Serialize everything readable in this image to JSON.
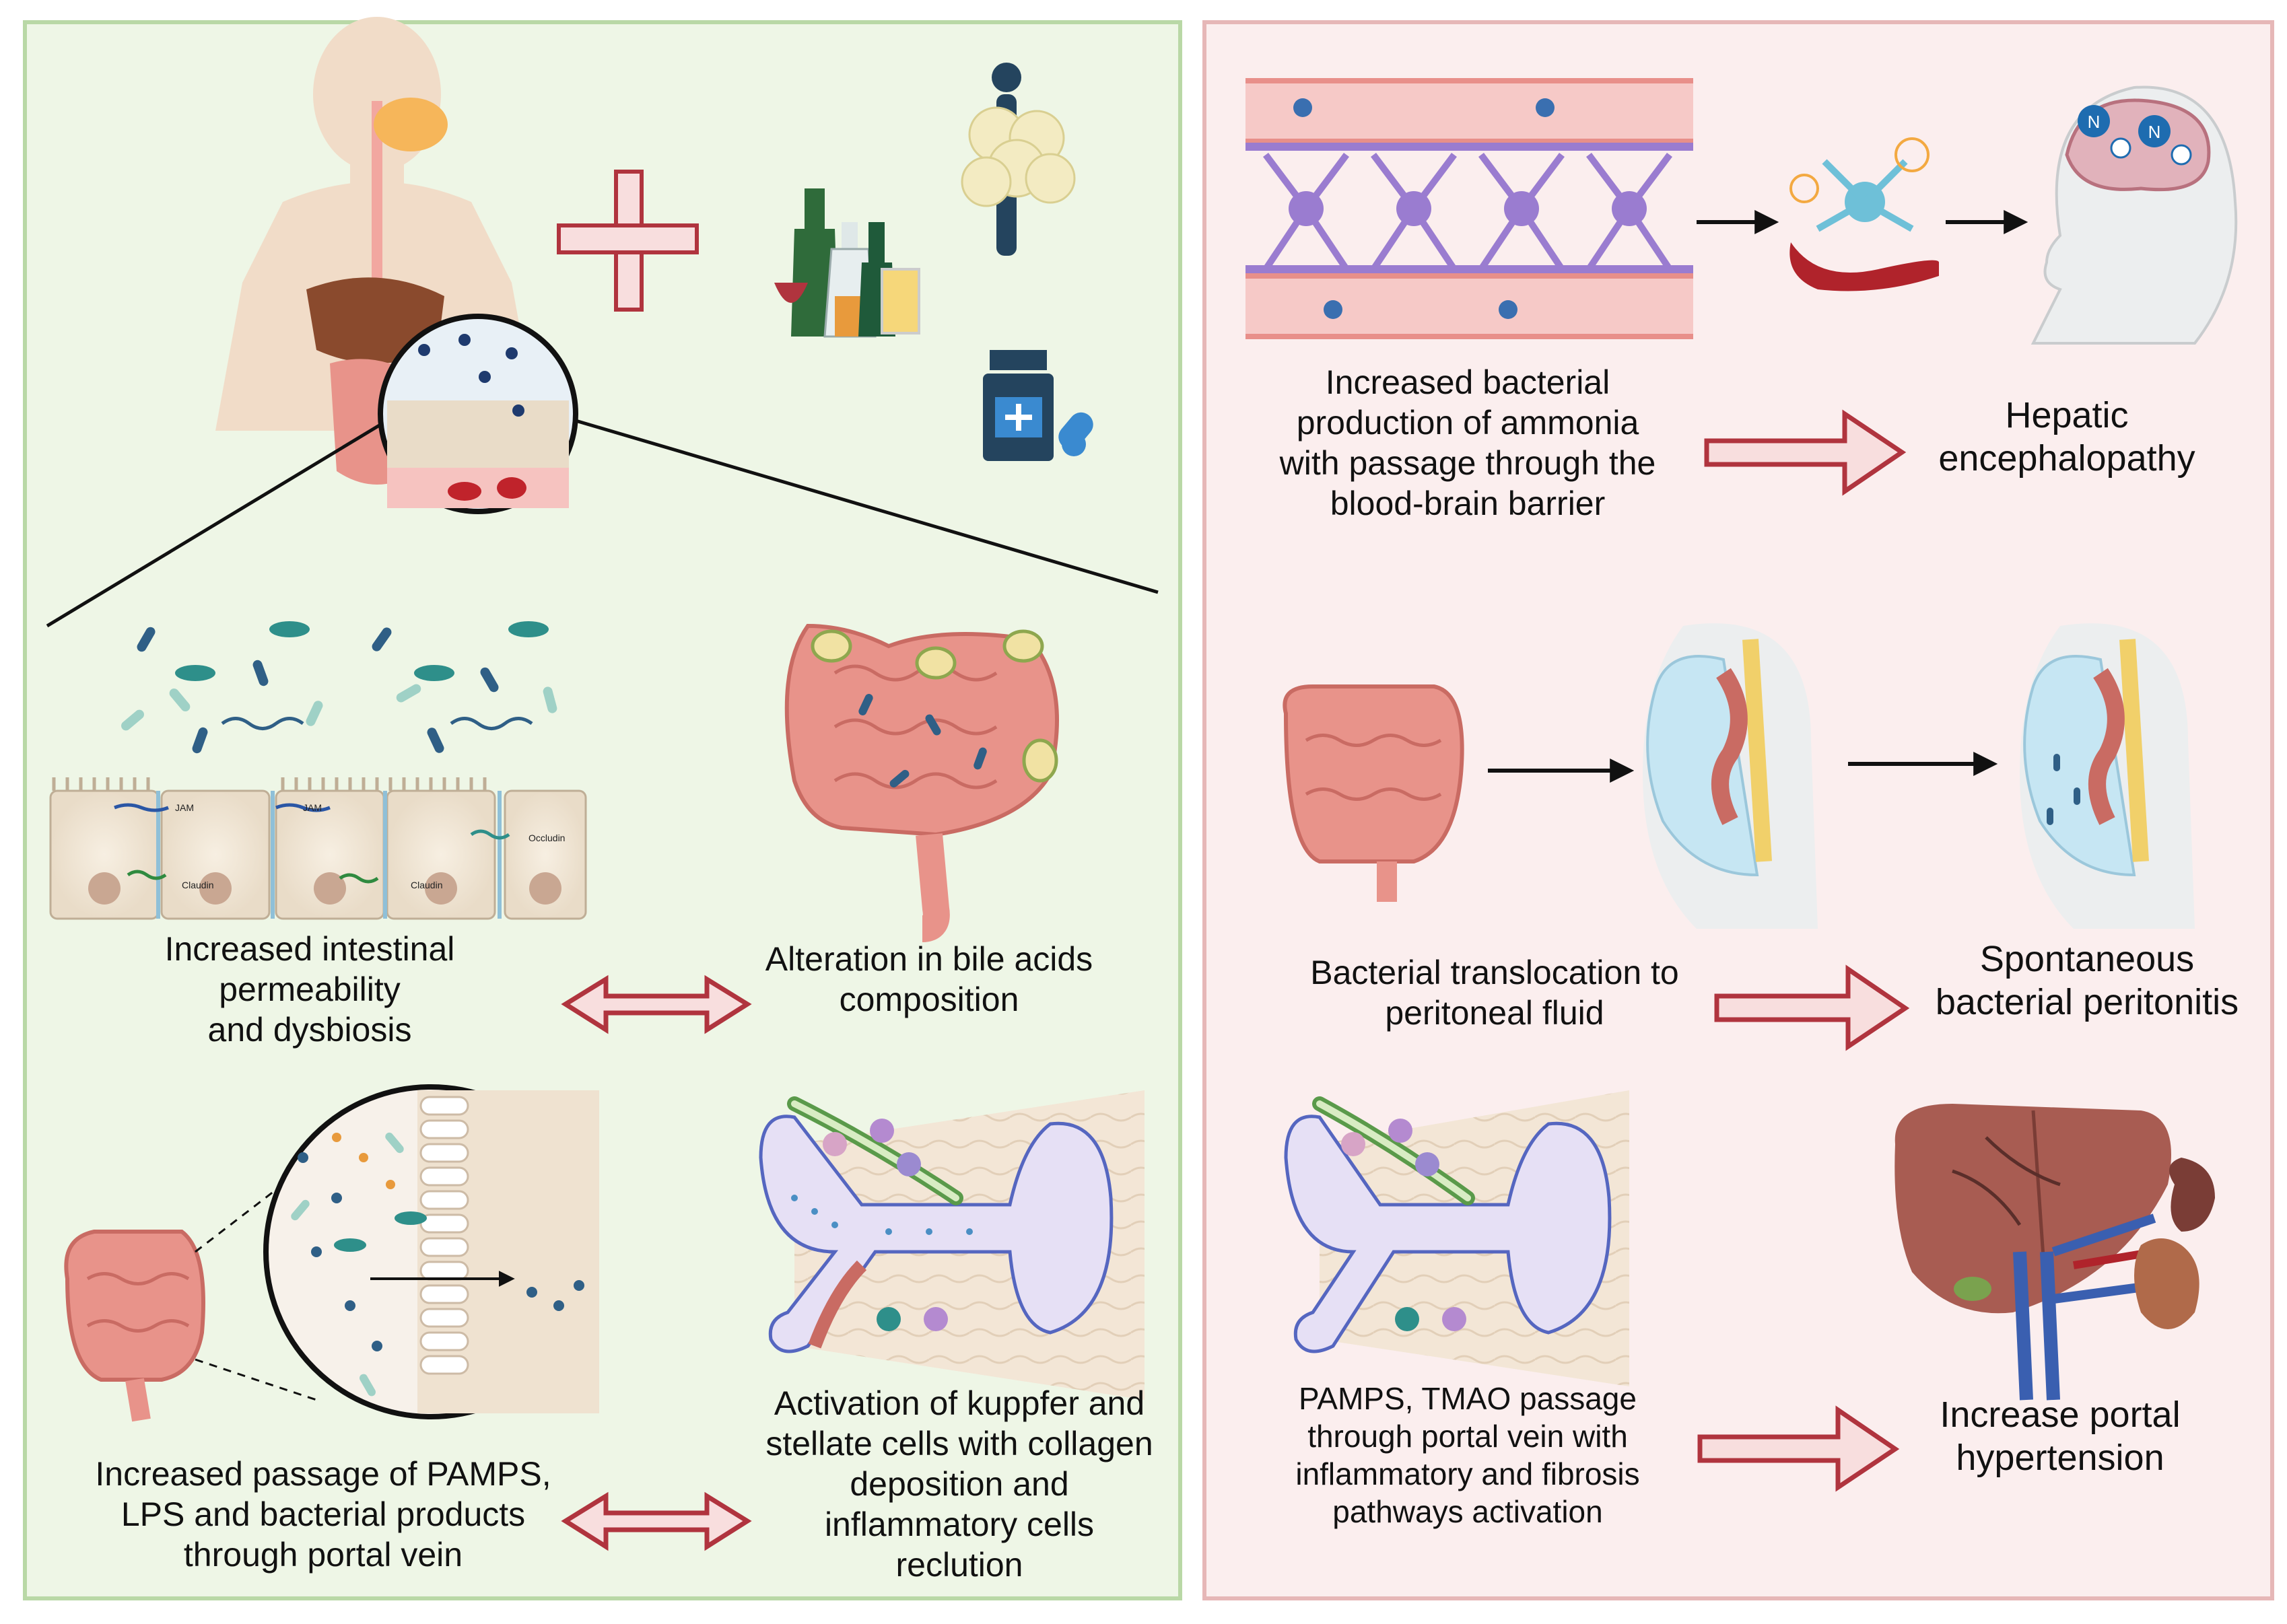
{
  "left_panel": {
    "captions": {
      "permeability": "Increased intestinal\npermeability\nand dysbiosis",
      "bile_acids": "Alteration in bile acids\ncomposition",
      "pamps_passage": "Increased passage of PAMPS,\nLPS and bacterial products\nthrough portal vein",
      "kupffer": "Activation of kuppfer and\nstellate cells with collagen\ndeposition and\ninflammatory cells\nreclution"
    },
    "junction_labels": {
      "jam_1": "JAM",
      "jam_2": "JAM",
      "claudin_1": "Claudin",
      "claudin_2": "Claudin",
      "occludin": "Occludin"
    },
    "ammonia_symbol": "N"
  },
  "right_panel": {
    "captions": {
      "ammonia": "Increased bacterial\nproduction of ammonia\nwith passage through the\nblood-brain barrier",
      "encephalopathy": "Hepatic\nencephalopathy",
      "translocation": "Bacterial translocation to\nperitoneal fluid",
      "peritonitis": "Spontaneous\nbacterial peritonitis",
      "pamps_tmao": "PAMPS, TMAO passage\nthrough portal vein with\ninflammatory and fibrosis\npathways activation",
      "portal_hypertension": "Increase portal\nhypertension"
    }
  },
  "colors": {
    "left_bg": "#eef6e6",
    "left_border": "#b9d8a6",
    "right_bg": "#fbeeee",
    "right_border": "#e6b7b7",
    "arrow_fill": "#f8dede",
    "arrow_stroke": "#b0343e",
    "intestine": "#e8938a",
    "bacteria_dark": "#2f5f86",
    "bacteria_light": "#9fd1c6"
  }
}
